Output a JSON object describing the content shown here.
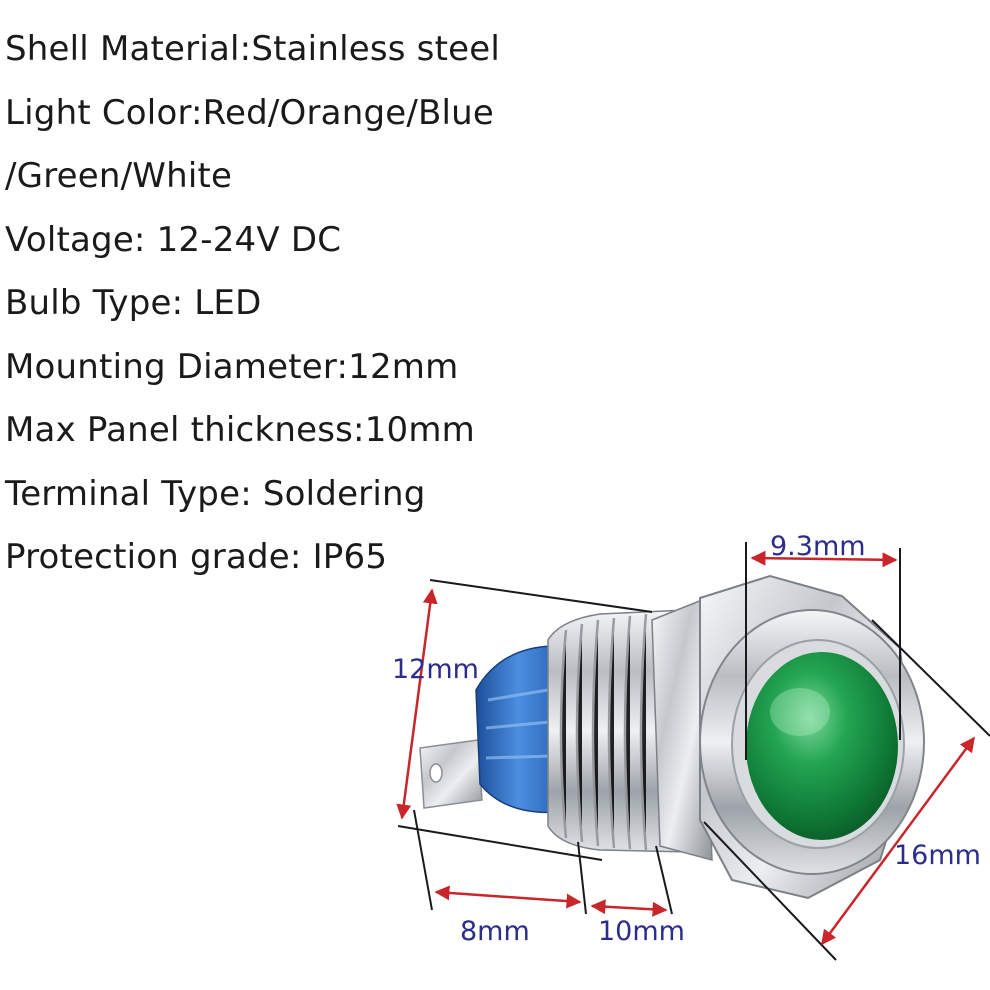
{
  "specs": [
    "Shell Material:Stainless steel",
    "Light Color:Red/Orange/Blue",
    "/Green/White",
    "Voltage: 12-24V DC",
    "Bulb Type: LED",
    "Mounting Diameter:12mm",
    "Max Panel thickness:10mm",
    "Terminal Type: Soldering",
    "Protection grade: IP65"
  ],
  "dimensions": {
    "lens": "9.3mm",
    "thread": "12mm",
    "hex": "16mm",
    "terminal": "8mm",
    "body": "10mm"
  },
  "colors": {
    "text": "#1a1a1a",
    "dimension_label": "#2c2c8c",
    "dimension_arrow": "#c8262a",
    "lens": "#1f9a4a",
    "steel": "#c9ccd0",
    "insulator": "#2f6fc4"
  },
  "icons": {
    "indicator_light": "metal-led-indicator-light"
  }
}
